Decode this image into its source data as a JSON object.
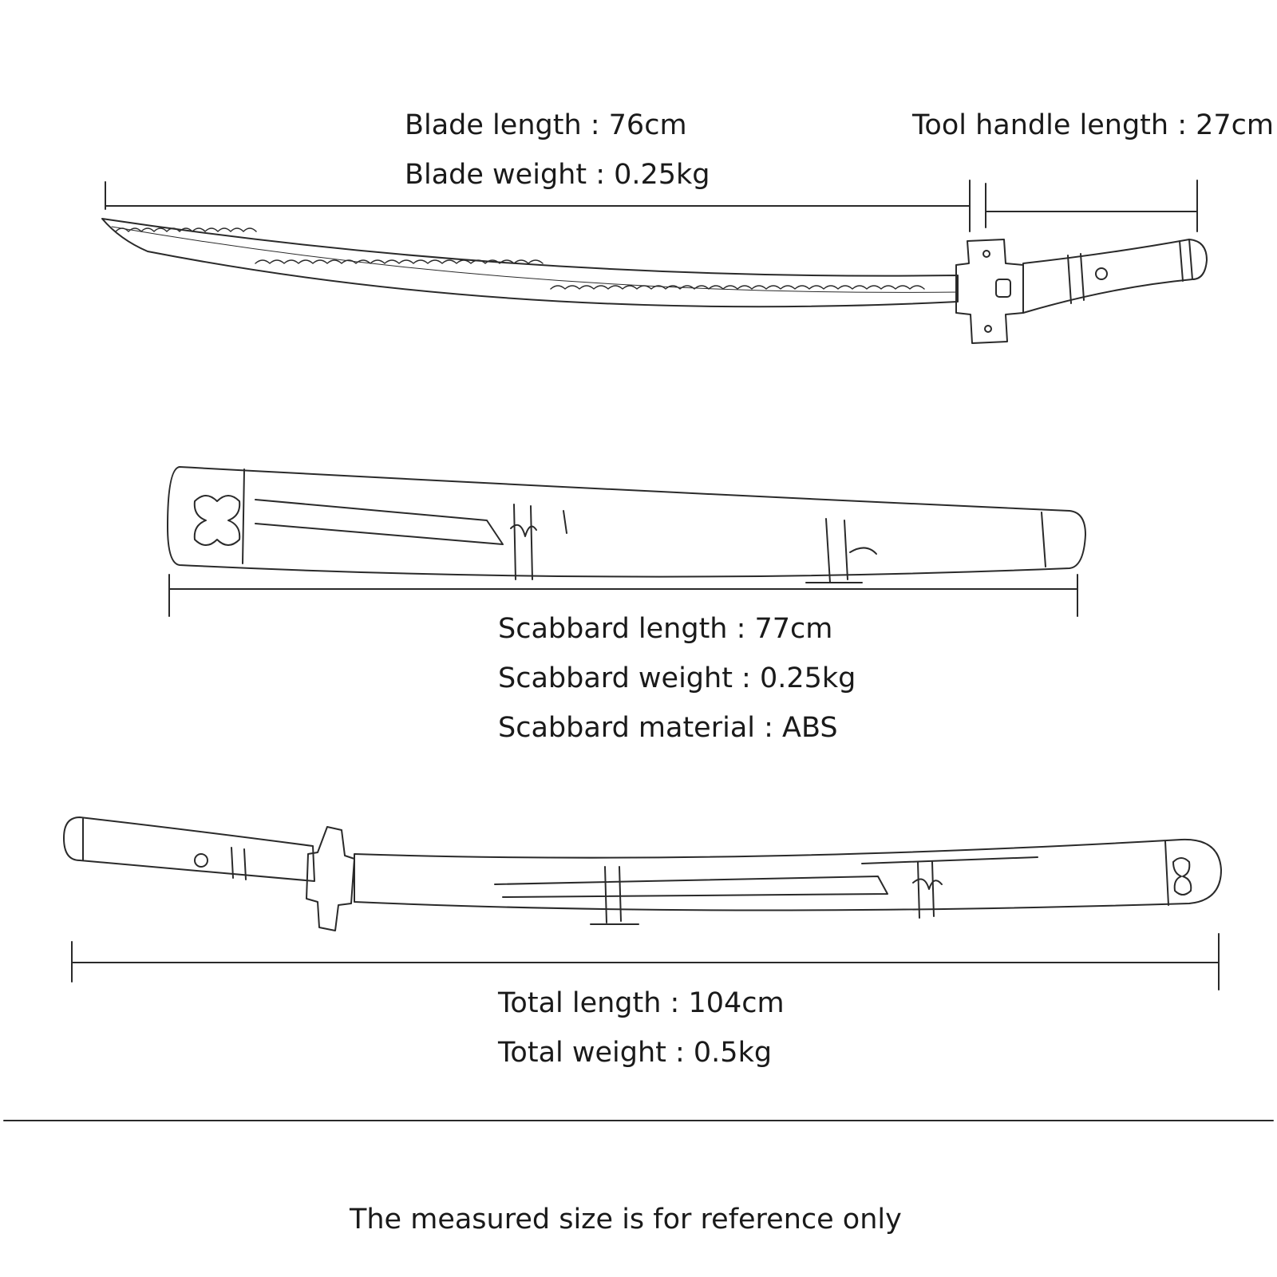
{
  "blade": {
    "length_label": "Blade length : 76cm",
    "weight_label": "Blade weight : 0.25kg"
  },
  "handle": {
    "length_label": "Tool handle length : 27cm"
  },
  "scabbard": {
    "length_label": "Scabbard length : 77cm",
    "weight_label": "Scabbard weight : 0.25kg",
    "material_label": "Scabbard material : ABS"
  },
  "total": {
    "length_label": "Total length : 104cm",
    "weight_label": "Total weight : 0.5kg"
  },
  "footer": {
    "note": "The measured size is for reference only"
  },
  "colors": {
    "ink": "#1a1a1a",
    "background": "#ffffff"
  }
}
